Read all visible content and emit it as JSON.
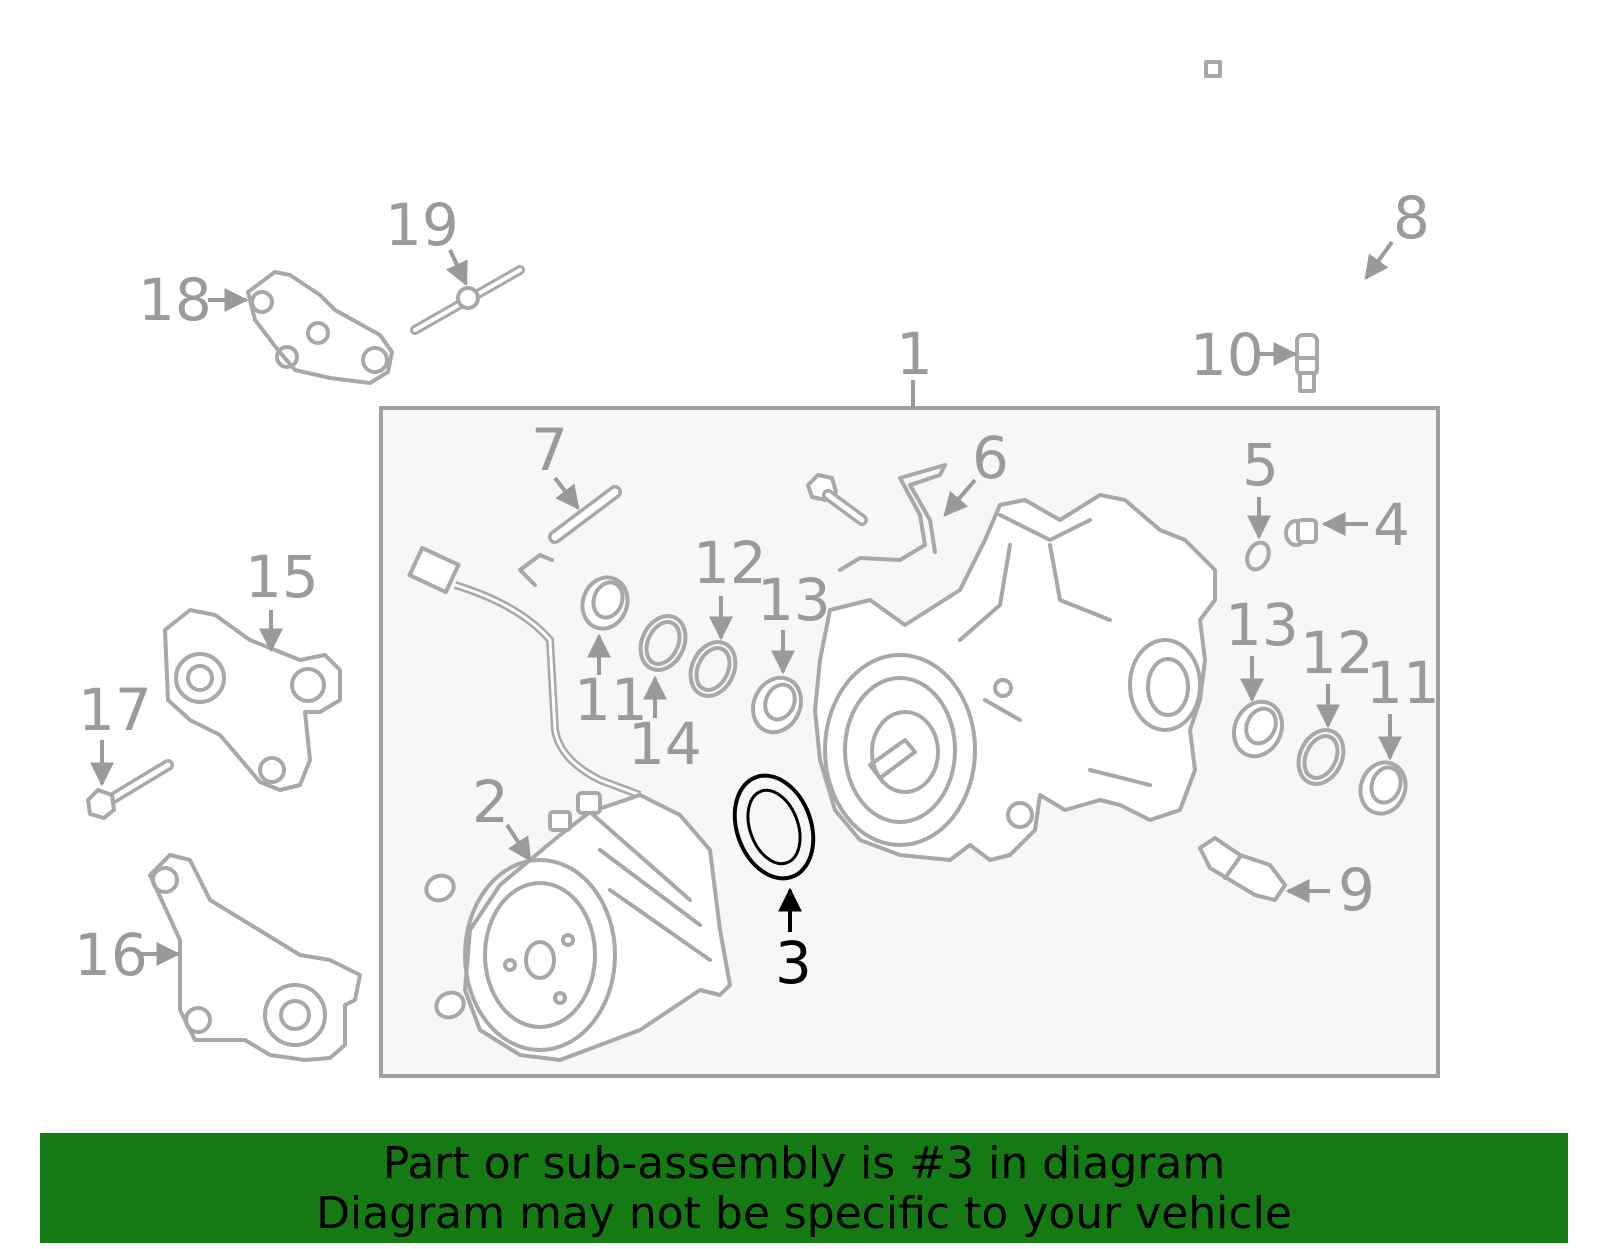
{
  "callouts": {
    "c1": "1",
    "c2": "2",
    "c3": "3",
    "c4": "4",
    "c5": "5",
    "c6": "6",
    "c7": "7",
    "c8": "8",
    "c9": "9",
    "c10": "10",
    "c11a": "11",
    "c11b": "11",
    "c12a": "12",
    "c12b": "12",
    "c13a": "13",
    "c13b": "13",
    "c14": "14",
    "c15": "15",
    "c16": "16",
    "c17": "17",
    "c18": "18",
    "c19": "19"
  },
  "highlighted_part": "3",
  "banner": {
    "line1": "Part or sub-assembly is #3 in diagram",
    "line2": "Diagram may not be specific to your vehicle",
    "color": "#157a14"
  },
  "colors": {
    "part_stroke": "#a8a8a8",
    "label": "#9a9a9a",
    "highlight": "#000000",
    "box_fill": "#f7f7f7"
  }
}
